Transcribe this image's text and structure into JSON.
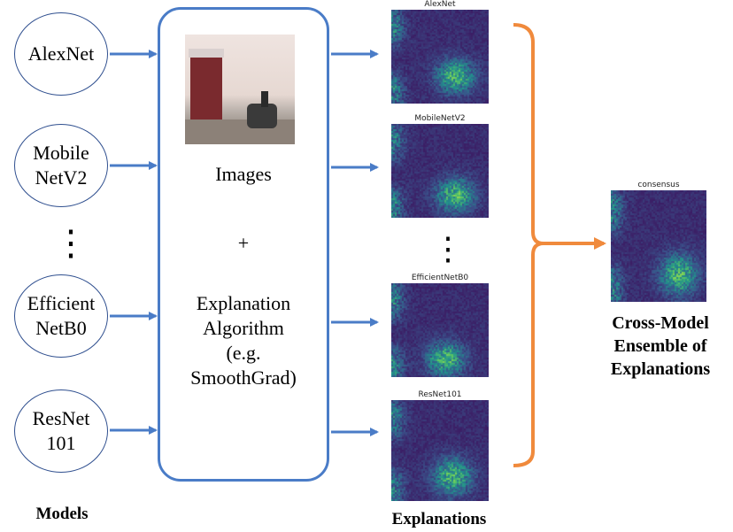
{
  "models": {
    "items": [
      {
        "label": "AlexNet"
      },
      {
        "label": "Mobile\nNetV2"
      },
      {
        "label": "Efficient\nNetB0"
      },
      {
        "label": "ResNet\n101"
      }
    ],
    "ellipsis": "⋮",
    "caption": "Models"
  },
  "center": {
    "line1": "Images",
    "plus": "+",
    "algorithm": "Explanation\nAlgorithm\n(e.g.\nSmoothGrad)"
  },
  "explanations": {
    "maps": [
      {
        "title": "AlexNet"
      },
      {
        "title": "MobileNetV2"
      },
      {
        "title": "EfficientNetB0"
      },
      {
        "title": "ResNet101"
      }
    ],
    "ellipsis": "⋮",
    "caption": "Explanations"
  },
  "consensus": {
    "title": "consensus",
    "caption": "Cross-Model\nEnsemble of\nExplanations"
  },
  "colors": {
    "arrow_blue": "#4a7cc7",
    "bracket_orange": "#f08a3c",
    "map_dark": "#3b1b63",
    "map_mid": "#2c8a8a",
    "map_bright": "#e8e83a"
  }
}
